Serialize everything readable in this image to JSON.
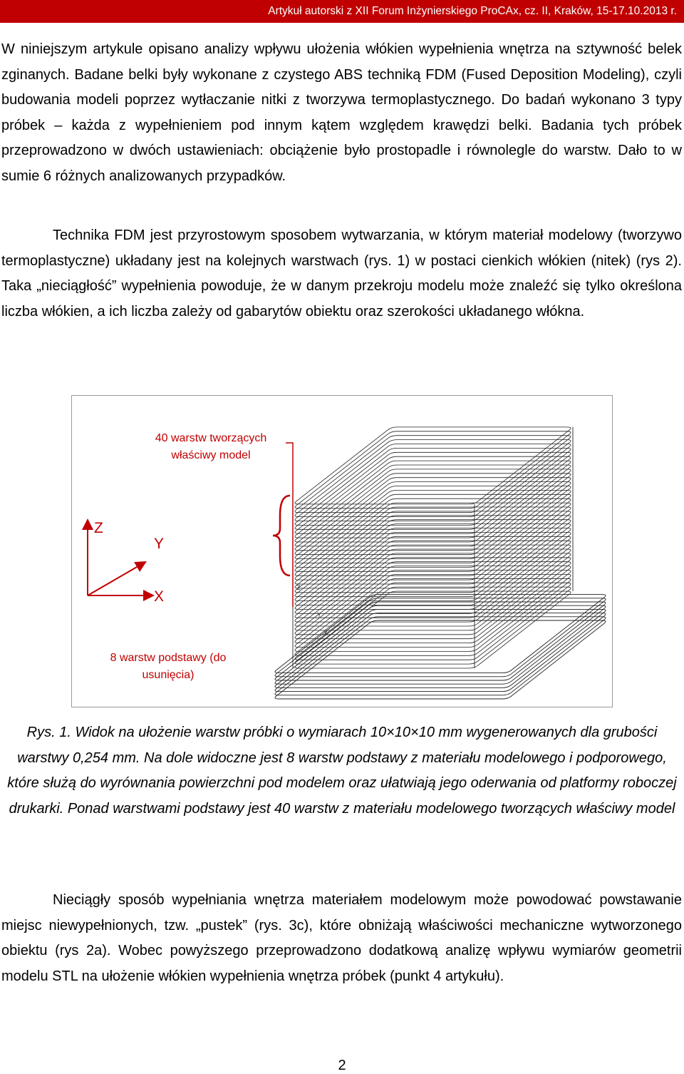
{
  "header": {
    "text": "Artykuł autorski z XII Forum Inżynierskiego ProCAx, cz. II, Kraków, 15-17.10.2013 r."
  },
  "paragraphs": [
    "W niniejszym artykule opisano analizy wpływu ułożenia włókien wypełnienia wnętrza na sztywność belek zginanych. Badane belki były wykonane z czystego ABS techniką FDM (Fused Deposition Modeling), czyli budowania modeli poprzez wytłaczanie nitki z tworzywa termoplastycznego. Do badań wykonano 3 typy próbek – każda z wypełnieniem pod innym kątem względem krawędzi belki. Badania tych próbek przeprowadzono w dwóch ustawieniach: obciążenie było prostopadle i równolegle do warstw. Dało to w sumie 6 różnych analizowanych przypadków.",
    "Technika FDM jest przyrostowym sposobem wytwarzania, w którym materiał modelowy (tworzywo termoplastyczne) układany jest na kolejnych warstwach (rys. 1) w postaci cienkich włókien (nitek) (rys 2). Taka „nieciągłość” wypełnienia powoduje, że w danym przekroju modelu może znaleźć się tylko określona liczba włókien, a ich liczba zależy od gabarytów obiektu oraz szerokości układanego włókna.",
    "Nieciągły sposób wypełniania wnętrza materiałem modelowym może powodować powstawanie miejsc niewypełnionych, tzw. „pustek” (rys. 3c), które obniżają właściwości mechaniczne wytworzonego obiektu (rys 2a). Wobec powyższego przeprowadzono dodatkową analizę wpływu wymiarów geometrii modelu STL na ułożenie włókien wypełnienia wnętrza próbek (punkt 4 artykułu)."
  ],
  "figure": {
    "label_top": "40 warstw tworzących właściwy model",
    "label_bottom": "8 warstw podstawy (do usunięcia)",
    "axes": {
      "z": "Z",
      "y": "Y",
      "x": "X"
    },
    "mini_axes": {
      "z": "Z",
      "y": "Y",
      "x": "X"
    },
    "model_layers": 40,
    "base_layers": 8,
    "accent_color": "#c00000",
    "caption": "Rys. 1. Widok na ułożenie warstw próbki o wymiarach 10×10×10 mm wygenerowanych dla grubości warstwy 0,254 mm. Na dole widoczne jest 8 warstw podstawy z materiału modelowego i podporowego, które służą do wyrównania powierzchni pod modelem oraz ułatwiają jego oderwania od platformy roboczej drukarki. Ponad warstwami podstawy jest 40 warstw z materiału modelowego tworzących właściwy model"
  },
  "page_number": "2"
}
